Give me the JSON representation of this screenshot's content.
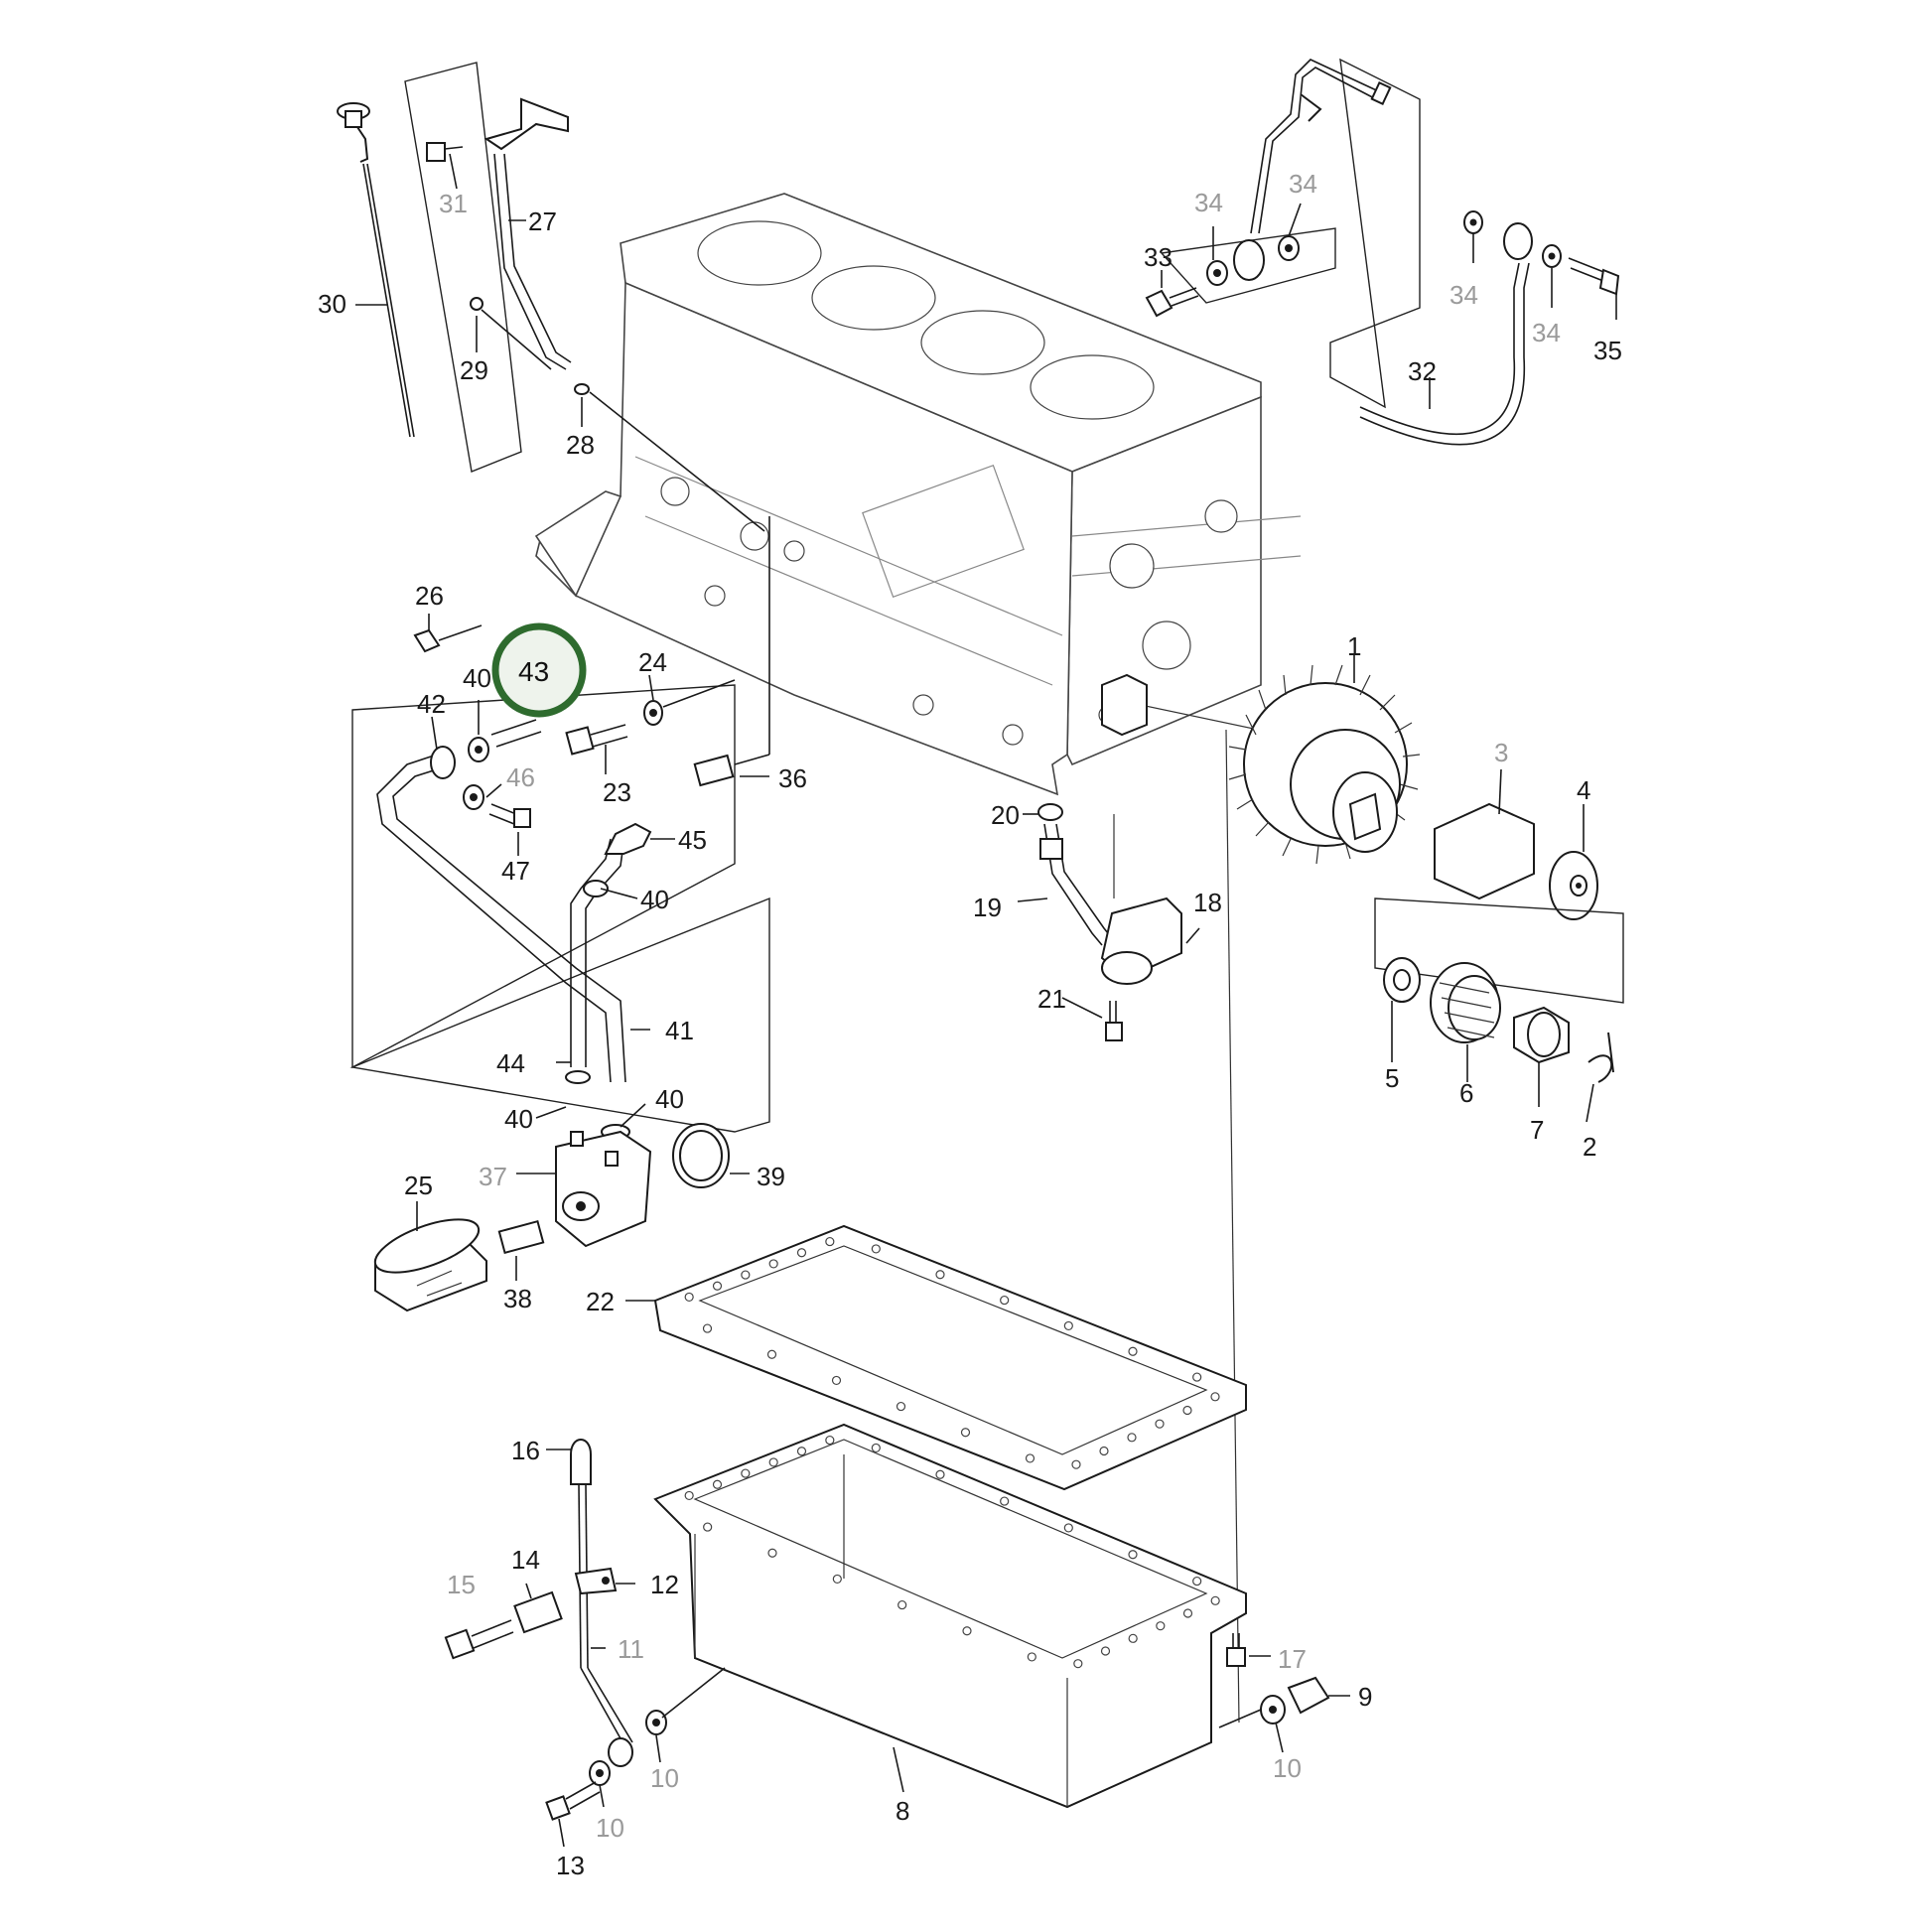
{
  "callouts": [
    {
      "id": "30",
      "style": "normal"
    },
    {
      "id": "31",
      "style": "grey"
    },
    {
      "id": "27",
      "style": "normal"
    },
    {
      "id": "29",
      "style": "normal"
    },
    {
      "id": "28",
      "style": "normal"
    },
    {
      "id": "34",
      "style": "grey"
    },
    {
      "id": "33",
      "style": "normal"
    },
    {
      "id": "35",
      "style": "normal"
    },
    {
      "id": "32",
      "style": "normal"
    },
    {
      "id": "26",
      "style": "normal"
    },
    {
      "id": "43",
      "style": "highlight"
    },
    {
      "id": "40",
      "style": "normal"
    },
    {
      "id": "42",
      "style": "normal"
    },
    {
      "id": "24",
      "style": "normal"
    },
    {
      "id": "23",
      "style": "normal"
    },
    {
      "id": "36",
      "style": "normal"
    },
    {
      "id": "46",
      "style": "grey"
    },
    {
      "id": "47",
      "style": "normal"
    },
    {
      "id": "45",
      "style": "normal"
    },
    {
      "id": "1",
      "style": "normal"
    },
    {
      "id": "3",
      "style": "grey"
    },
    {
      "id": "4",
      "style": "normal"
    },
    {
      "id": "20",
      "style": "normal"
    },
    {
      "id": "19",
      "style": "normal"
    },
    {
      "id": "18",
      "style": "normal"
    },
    {
      "id": "21",
      "style": "normal"
    },
    {
      "id": "41",
      "style": "normal"
    },
    {
      "id": "44",
      "style": "normal"
    },
    {
      "id": "5",
      "style": "normal"
    },
    {
      "id": "6",
      "style": "normal"
    },
    {
      "id": "7",
      "style": "normal"
    },
    {
      "id": "2",
      "style": "normal"
    },
    {
      "id": "37",
      "style": "grey"
    },
    {
      "id": "39",
      "style": "normal"
    },
    {
      "id": "25",
      "style": "normal"
    },
    {
      "id": "38",
      "style": "normal"
    },
    {
      "id": "22",
      "style": "normal"
    },
    {
      "id": "16",
      "style": "normal"
    },
    {
      "id": "14",
      "style": "normal"
    },
    {
      "id": "15",
      "style": "grey"
    },
    {
      "id": "12",
      "style": "normal"
    },
    {
      "id": "11",
      "style": "grey"
    },
    {
      "id": "17",
      "style": "grey"
    },
    {
      "id": "9",
      "style": "normal"
    },
    {
      "id": "10",
      "style": "grey"
    },
    {
      "id": "8",
      "style": "normal"
    },
    {
      "id": "13",
      "style": "normal"
    }
  ],
  "highlight": {
    "id": "43",
    "ring_color": "#2e6b2e",
    "fill_color": "#eef3ec"
  },
  "colors": {
    "line": "#1a1a1a",
    "grey_label": "#9a9a9a"
  }
}
